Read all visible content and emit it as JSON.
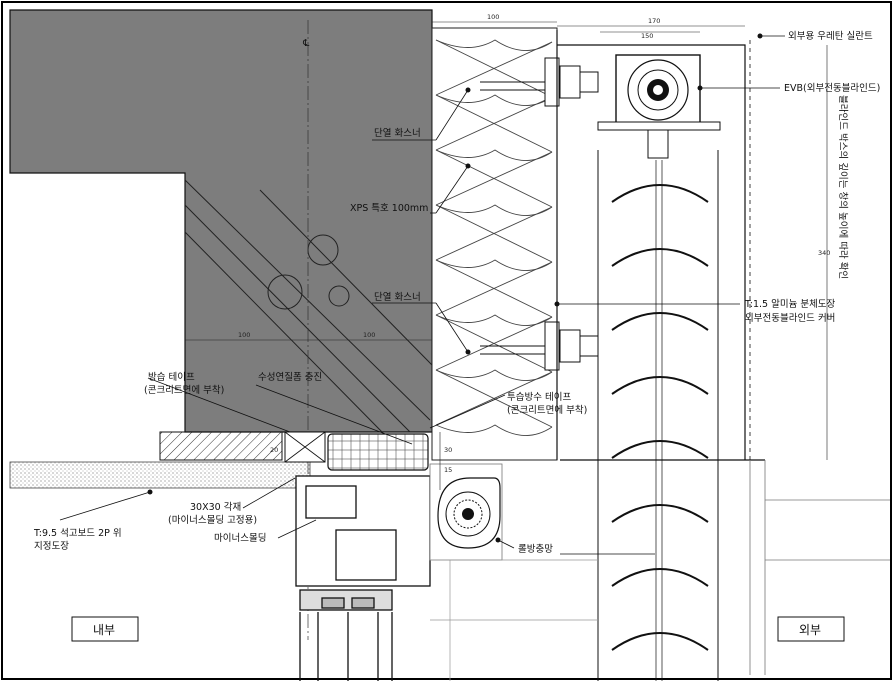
{
  "labels": {
    "urethane_sealant": "외부용 우레탄 실란트",
    "evb": "EVB(외부전동블라인드)",
    "vertical_note": "블라인드 박스의 깊이는 창의 높이에 따라 확인",
    "insulation_fastener_top": "단열 화스너",
    "xps": "XPS 특호 100mm",
    "insulation_fastener_bottom": "단열 화스너",
    "cover_line1": "T:1.5 알미늄 분체도장",
    "cover_line2": "외부전동블라인드 커버",
    "moisture_tape_line1": "방습 테이프",
    "moisture_tape_line2": "(콘크리트면에 부착)",
    "water_sealant": "수성연질폼 충진",
    "breathable_tape_line1": "투습방수 테이프",
    "breathable_tape_line2": "(콘크리트면에 부착)",
    "lumber_line1": "30X30 각재",
    "lumber_line2": "(마이너스몰딩 고정용)",
    "minus_molding": "마이너스몰딩",
    "gypsum_line1": "T:9.5 석고보드 2P 위",
    "gypsum_line2": "지정도장",
    "insect_screen": "롤방충망",
    "interior": "내부",
    "exterior": "외부",
    "centerline": "℄"
  },
  "dimensions": {
    "top_100": "100",
    "top_170": "170",
    "top_150": "150",
    "side_340": "340",
    "mid_100_left": "100",
    "mid_100_right": "100",
    "small_30": "30",
    "small_15": "15",
    "small_20": "20"
  }
}
